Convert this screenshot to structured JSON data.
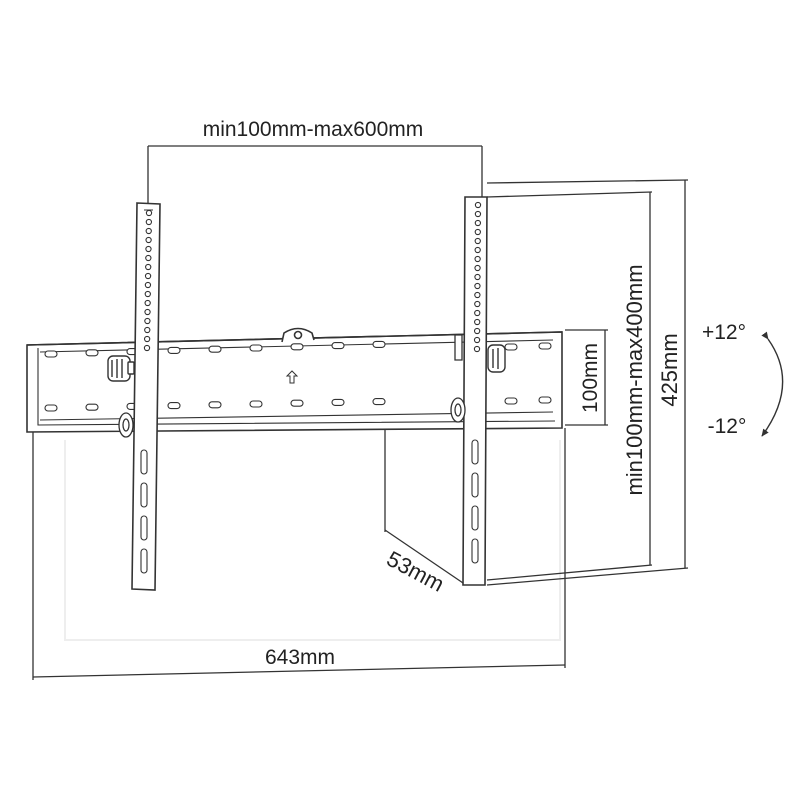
{
  "labels": {
    "top_width": "min100mm-max600mm",
    "vertical_range": "min100mm-max400mm",
    "height_total": "425mm",
    "bar_height": "100mm",
    "depth": "53mm",
    "width_total": "643mm",
    "tilt_up": "+12°",
    "tilt_down": "-12°"
  },
  "colors": {
    "line": "#333333",
    "text": "#222222",
    "background": "#ffffff"
  }
}
